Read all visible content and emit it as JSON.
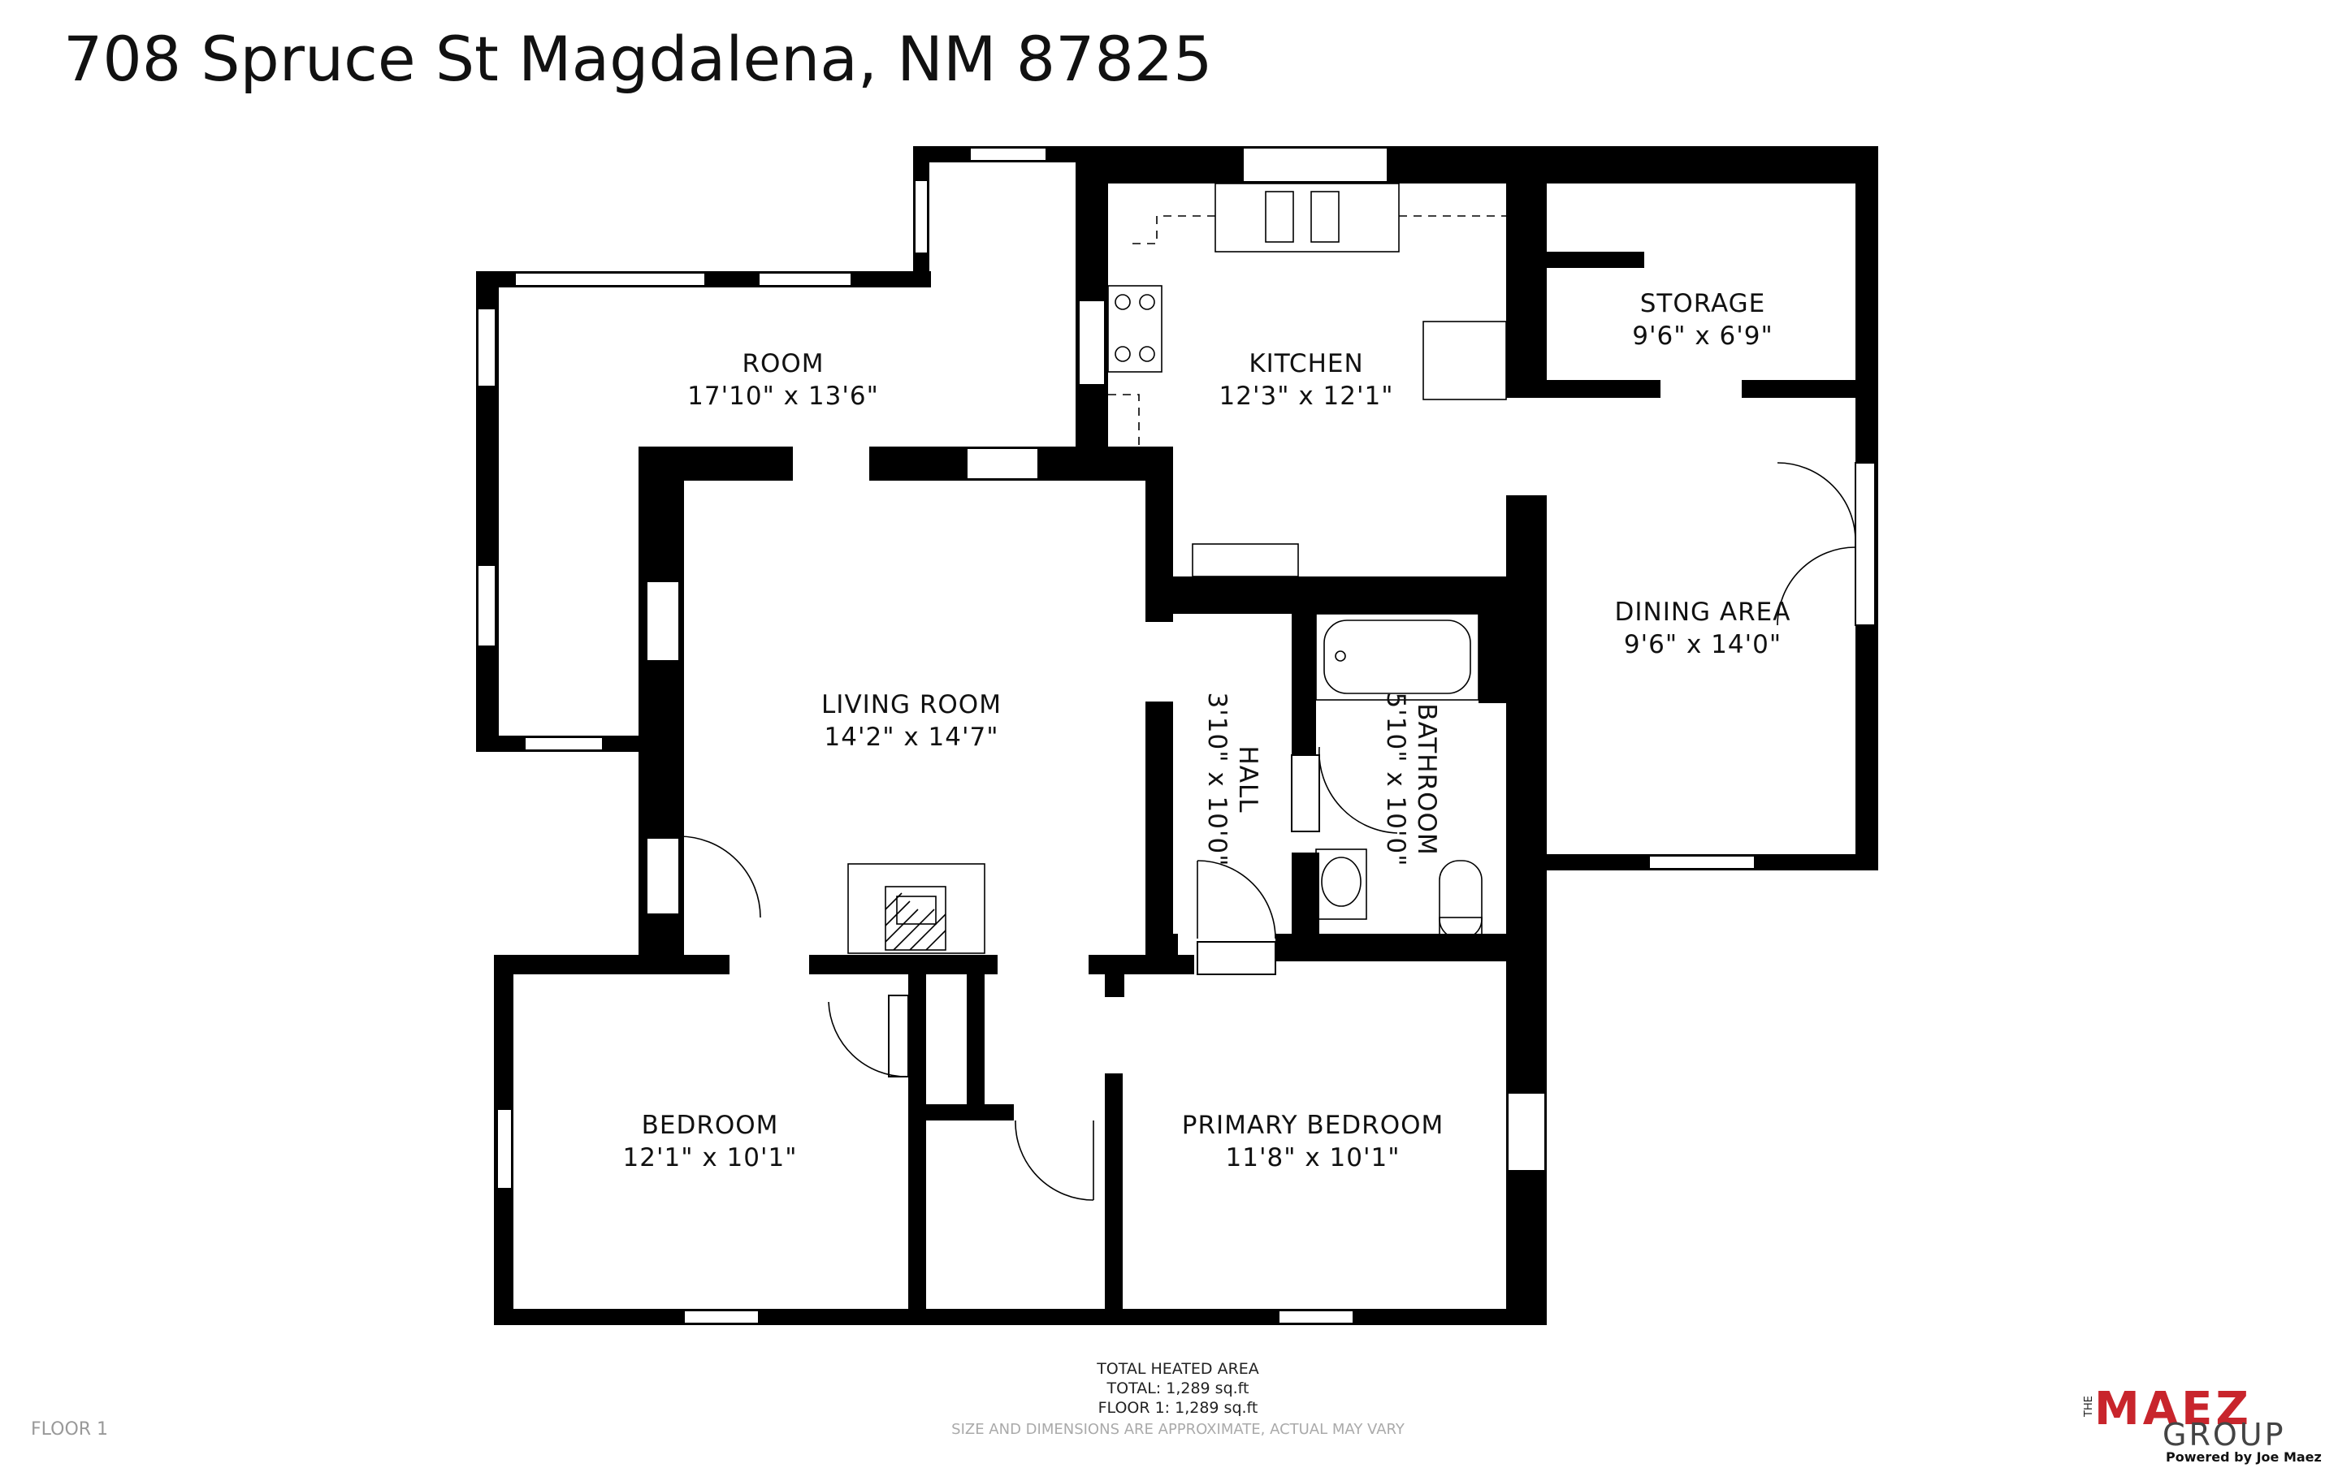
{
  "header": {
    "address": "708 Spruce St Magdalena, NM 87825"
  },
  "rooms": [
    {
      "id": "room",
      "label": "ROOM",
      "dims": "17'10\" x 13'6\""
    },
    {
      "id": "kitchen",
      "label": "KITCHEN",
      "dims": "12'3\" x 12'1\""
    },
    {
      "id": "storage",
      "label": "STORAGE",
      "dims": "9'6\" x 6'9\""
    },
    {
      "id": "dining",
      "label": "DINING AREA",
      "dims": "9'6\" x 14'0\""
    },
    {
      "id": "living",
      "label": "LIVING ROOM",
      "dims": "14'2\" x 14'7\""
    },
    {
      "id": "hall",
      "label": "HALL",
      "dims": "3'10\" x 10'0\""
    },
    {
      "id": "bathroom",
      "label": "BATHROOM",
      "dims": "5'10\" x 10'0\""
    },
    {
      "id": "bedroom",
      "label": "BEDROOM",
      "dims": "12'1\" x 10'1\""
    },
    {
      "id": "primary",
      "label": "PRIMARY BEDROOM",
      "dims": "11'8\" x 10'1\""
    }
  ],
  "footer": {
    "area_title": "TOTAL HEATED AREA",
    "total": "TOTAL: 1,289 sq.ft",
    "floor1": "FLOOR 1: 1,289 sq.ft",
    "floor_label": "FLOOR 1",
    "disclaimer": "SIZE AND DIMENSIONS ARE APPROXIMATE, ACTUAL MAY VARY"
  },
  "logo": {
    "the": "THE",
    "maez": "MAEZ",
    "group": "GROUP",
    "powered": "Powered by Joe Maez"
  },
  "colors": {
    "wall": "#000000",
    "logo_red": "#c8252c",
    "background": "#ffffff"
  }
}
